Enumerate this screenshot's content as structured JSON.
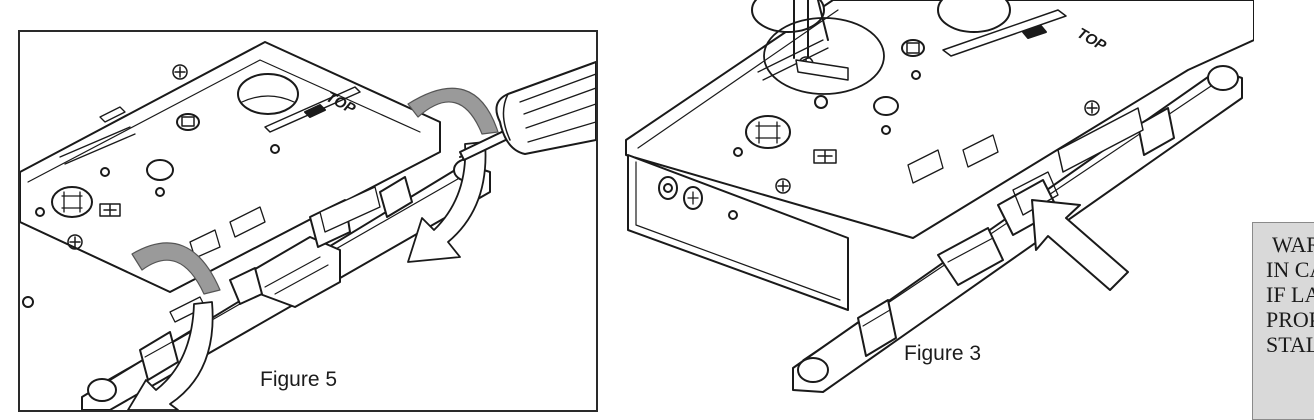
{
  "figures": {
    "left": {
      "caption": "Figure 5",
      "plate_label": "TOP"
    },
    "right": {
      "caption": "Figure 3",
      "plate_label": "TOP"
    }
  },
  "warning": {
    "lines": [
      "WARNING",
      "IN CAN  C",
      "IF LATCH",
      "PROPERLY",
      "STALLED"
    ],
    "colors": {
      "background": "#d9d9d9",
      "border": "#8a8a8a"
    }
  }
}
